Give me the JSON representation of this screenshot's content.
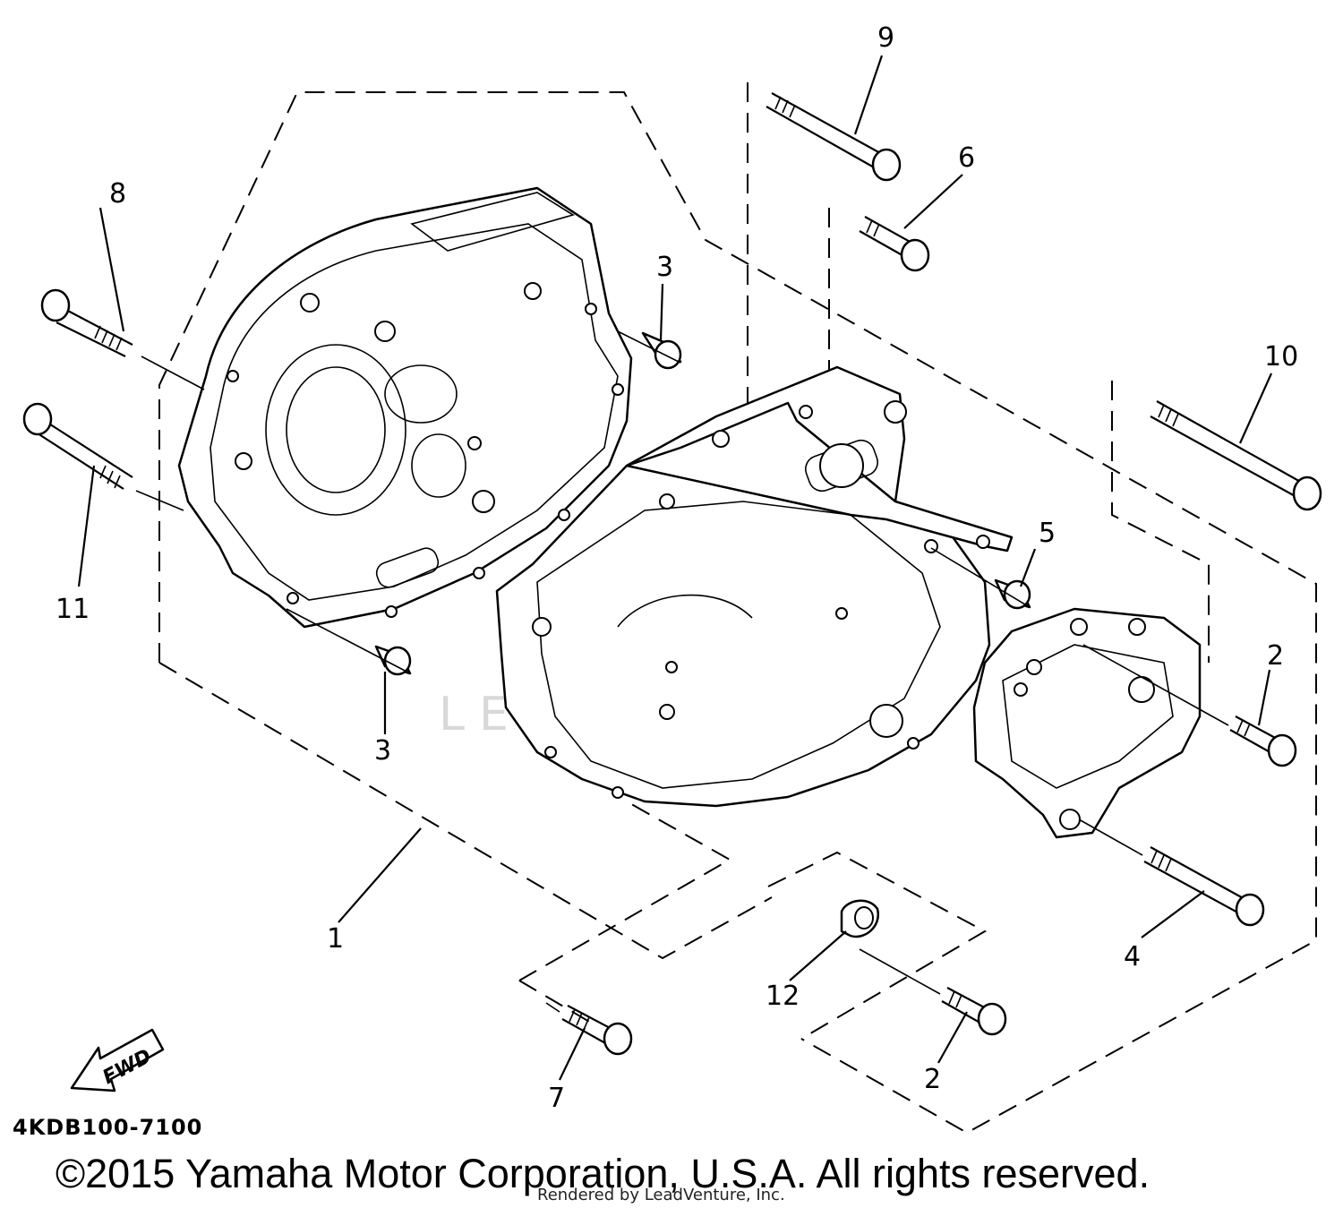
{
  "diagram": {
    "callouts": [
      "1",
      "2",
      "2",
      "3",
      "3",
      "4",
      "5",
      "6",
      "7",
      "8",
      "9",
      "10",
      "11",
      "12"
    ],
    "fwd_label": "FWD",
    "part_code": "4KDB100-7100",
    "watermark": "LEADVENTURE",
    "copyright": "©2015 Yamaha Motor Corporation, U.S.A. All rights reserved.",
    "rendered_by": "Rendered by LeadVenture, Inc."
  }
}
